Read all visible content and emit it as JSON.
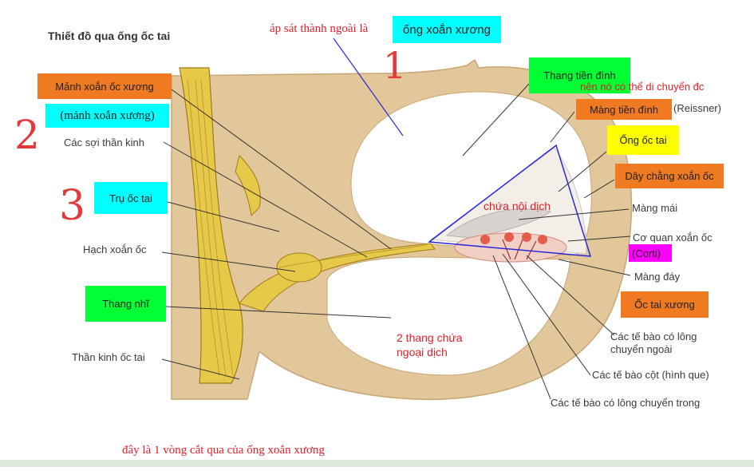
{
  "title": "Thiết đồ qua ống ốc tai",
  "top_note_prefix": "áp sát thành ngoài là",
  "top_note_highlight": "ống xoắn xương",
  "handwritten_numbers": [
    "1",
    "2",
    "3"
  ],
  "labels": {
    "manh_xoan_oc_xuong": "Mảnh xoắn ốc xương",
    "manh_xoan_xuong": "(mảnh xoắn xương)",
    "cac_soi_than_kinh": "Các sợi thần kinh",
    "tru_oc_tai": "Trụ ốc tai",
    "hach_xoan_oc": "Hạch xoắn ốc",
    "thang_nhi": "Thang nhĩ",
    "than_kinh_oc_tai": "Thần kinh ốc tai",
    "thang_tien_dinh": "Thang tiền đình",
    "nen_no": "nên nó có thể di chuyển đc",
    "mang_tien_dinh": "Màng tiền đình",
    "reissner": "(Reissner)",
    "ong_oc_tai": "Ống ốc tai",
    "day_chang_xoan_oc": "Dây chằng xoắn ốc",
    "chua_noi_dich": "chứa nội dịch",
    "mang_mai": "Màng mái",
    "co_quan_xoan_oc": "Cơ quan xoắn ốc",
    "corti": "(Corti)",
    "mang_day": "Màng đáy",
    "oc_tai_xuong": "Ốc tai xương",
    "te_bao_long_ngoai_1": "Các tế bào có lông",
    "te_bao_long_ngoai_2": "chuyển ngoài",
    "te_bao_cot": "Các tế bào cột (hình que)",
    "te_bao_long_trong": "Các tế bào có lông chuyển trong",
    "hai_thang_1": "2 thang chứa",
    "hai_thang_2": "ngoại dịch"
  },
  "bottom_note": "đây là 1 vòng cắt qua của ống xoắn xương",
  "colors": {
    "bone": "#e2c79a",
    "bone_edge": "#c9a574",
    "nerve": "#e7c94a",
    "nerve_stroke": "#a07a1c",
    "highlight_cyan": "#00ffff",
    "highlight_green": "#00ff33",
    "highlight_orange": "#f07a22",
    "highlight_yellow": "#ffff00",
    "highlight_magenta": "#ff00ff",
    "annotation_red": "#e0202a",
    "triangle_blue": "#2a2ad8"
  }
}
